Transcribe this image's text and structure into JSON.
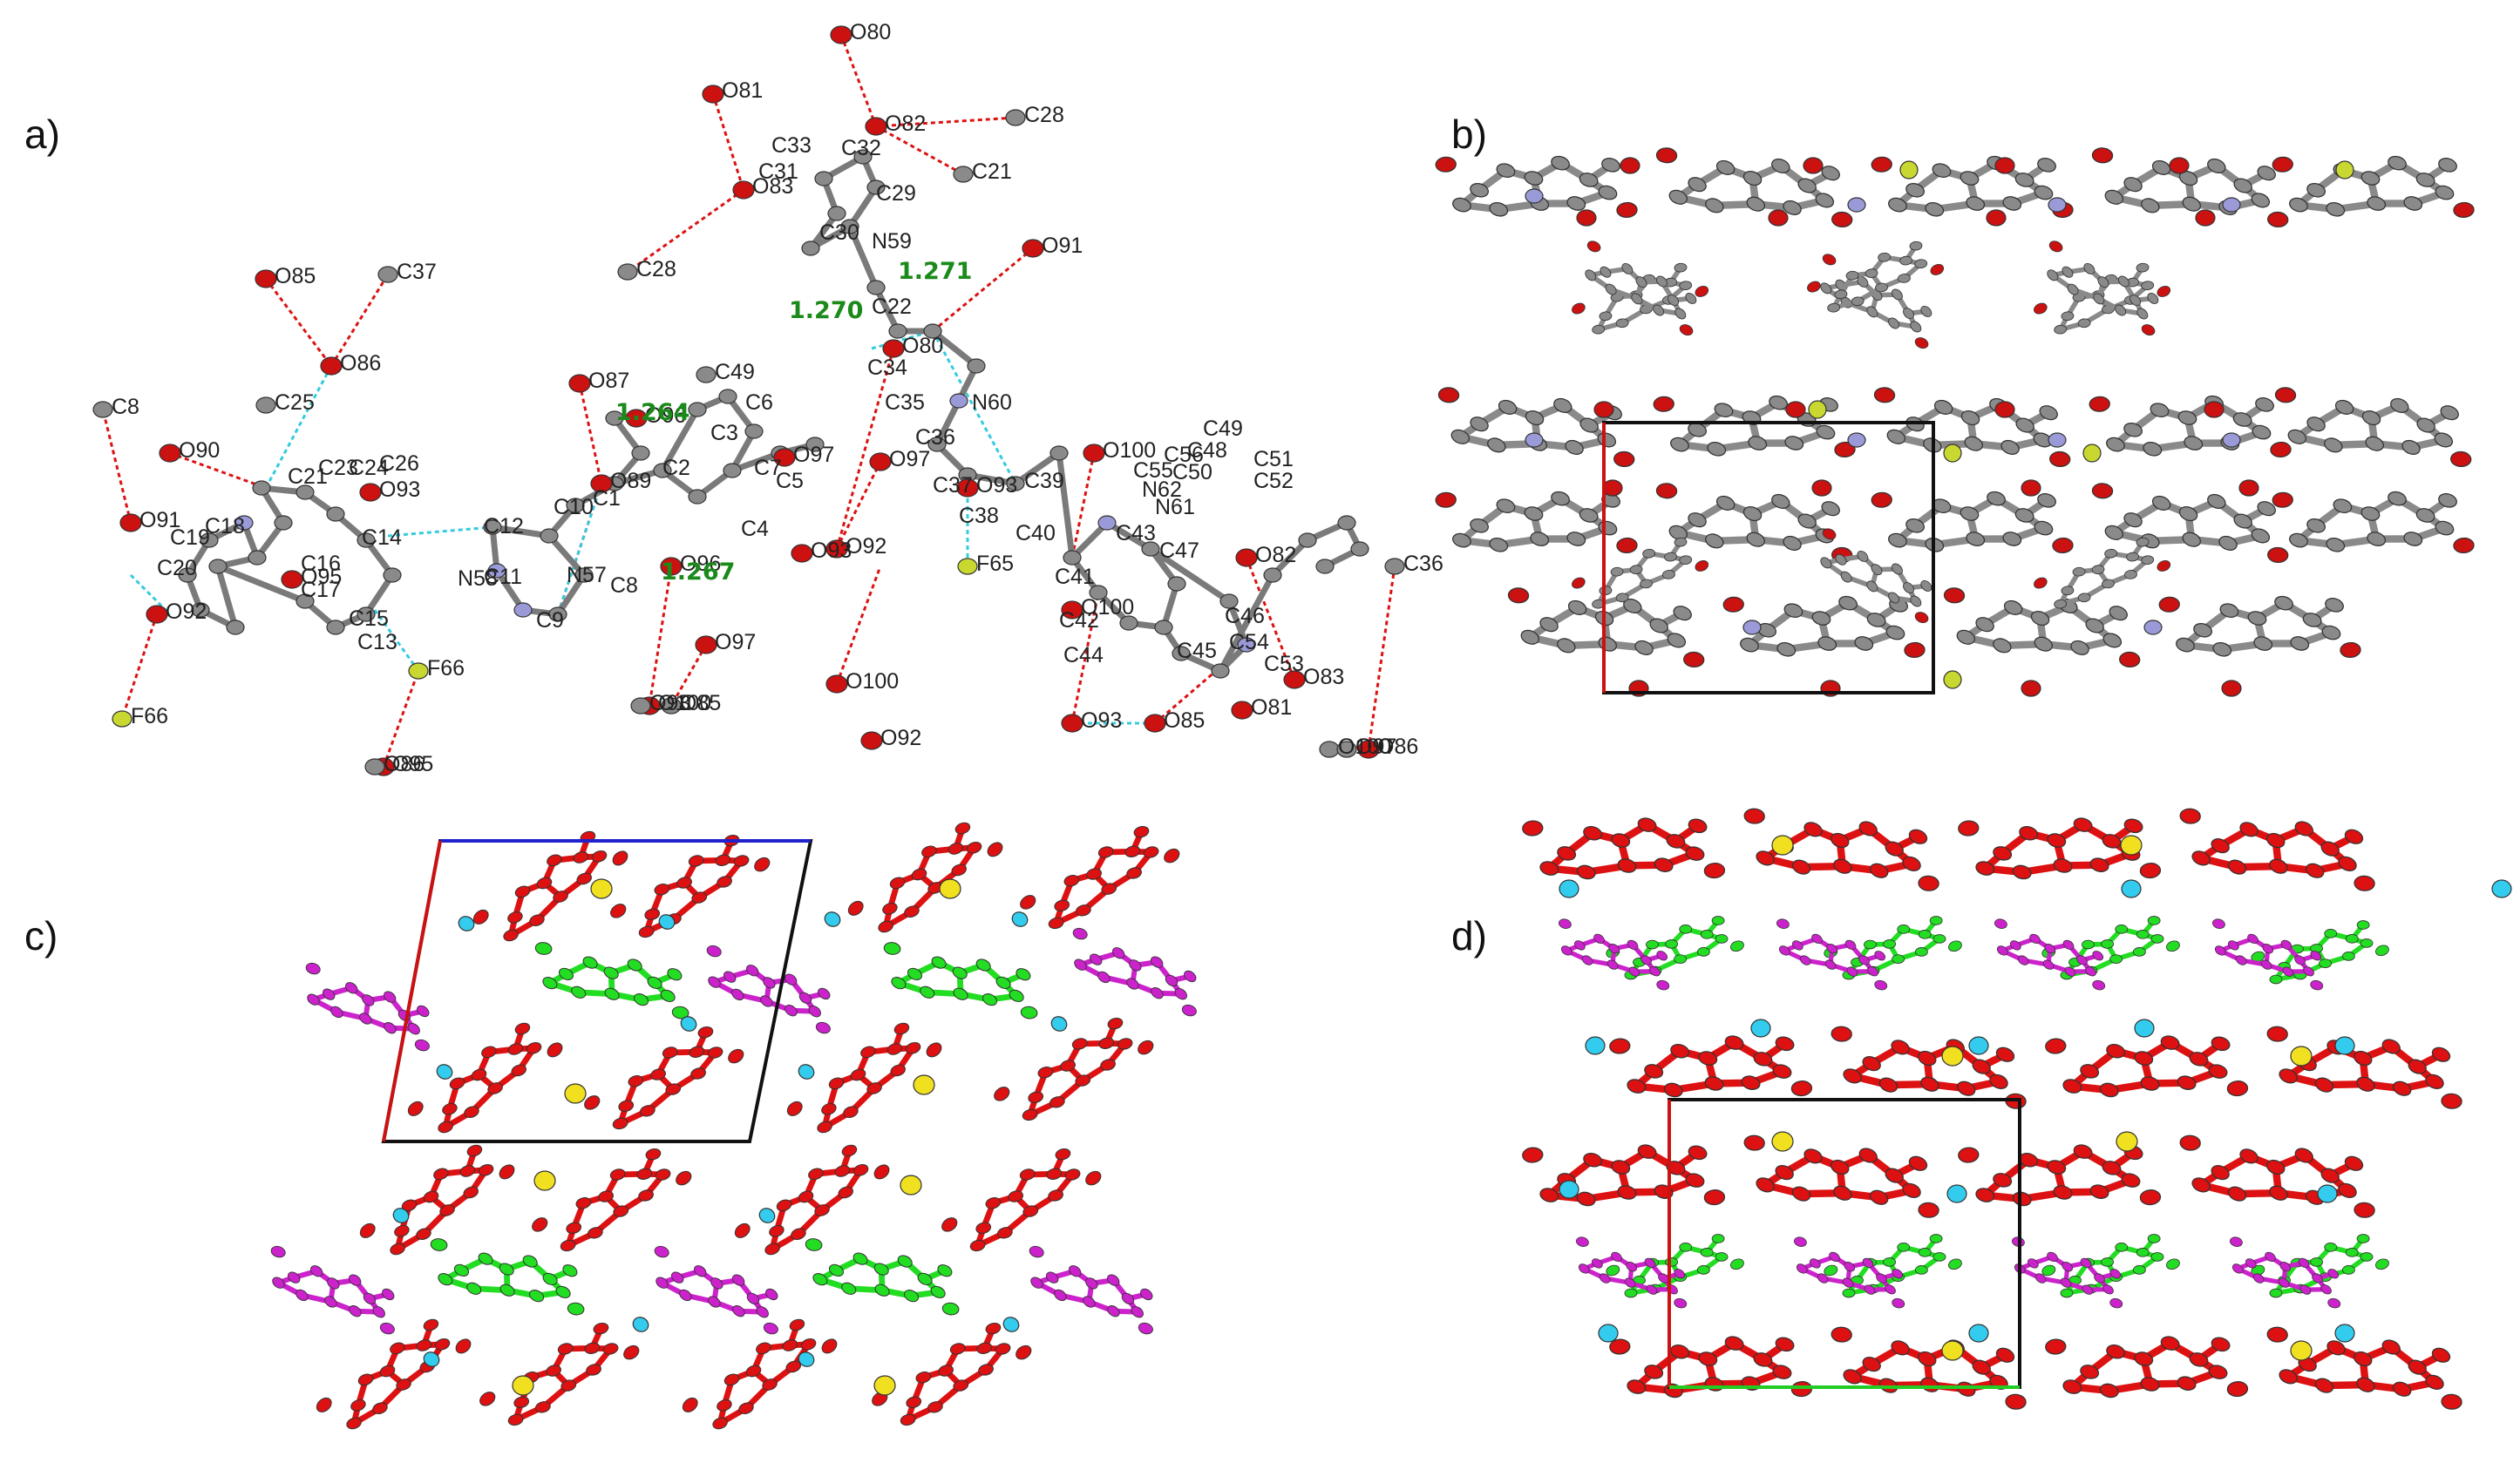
{
  "panels": [
    {
      "id": "a",
      "label": "a)"
    },
    {
      "id": "b",
      "label": "b)"
    },
    {
      "id": "c",
      "label": "c)"
    },
    {
      "id": "d",
      "label": "d)"
    }
  ],
  "bond_lengths": [
    "1.270",
    "1.271",
    "1.264",
    "1.267"
  ],
  "atom_labels": {
    "ring": [
      "C10",
      "C1",
      "C2",
      "C3",
      "C6",
      "C7",
      "C5",
      "C4",
      "C8",
      "N57",
      "C9",
      "C11",
      "N58",
      "C12",
      "C13",
      "C14",
      "C15",
      "C16",
      "C17",
      "C18",
      "C19",
      "C20",
      "C21",
      "C22",
      "N59",
      "C29",
      "C30",
      "C31",
      "C32",
      "C33",
      "C34",
      "C35",
      "C36",
      "N60",
      "C37",
      "C38",
      "C39",
      "C40",
      "C41",
      "C42",
      "C43",
      "C44",
      "C45",
      "C46",
      "N61",
      "N62",
      "C47",
      "C48",
      "C49",
      "C50",
      "C51",
      "C52",
      "C53",
      "C54",
      "C55",
      "C56",
      "C23",
      "C24",
      "C26"
    ],
    "oxygen": [
      "O80",
      "O81",
      "O82",
      "O83",
      "O85",
      "O86",
      "O87",
      "O89",
      "O90",
      "O91",
      "O92",
      "O93",
      "O95",
      "O96",
      "O97",
      "O100",
      "O80",
      "O91",
      "O93",
      "O92",
      "O97",
      "O100",
      "O82",
      "O83",
      "O81",
      "O85",
      "O86",
      "O93",
      "O100",
      "O95",
      "O96",
      "O97",
      "O100",
      "O92",
      "O93"
    ],
    "peripheral": [
      "C28",
      "C21",
      "C37",
      "C25",
      "C8",
      "C49",
      "C28",
      "C36",
      "F66",
      "F66",
      "F65",
      "O86",
      "O85",
      "O93",
      "O100",
      "O97"
    ]
  },
  "colors": {
    "carbon": "#8a8a8a",
    "oxygen": "#cc1111",
    "nitrogen": "#9a9ad8",
    "fluorine": "#c8d830",
    "hbond_red": "#dd1111",
    "hbond_cyan": "#33ccdd",
    "bond_label": "#1a8a1a",
    "pack_red": "#dd1111",
    "pack_green": "#22dd22",
    "pack_magenta": "#cc22cc",
    "pack_yellow": "#f0e020",
    "pack_cyan": "#33ccee",
    "cell_black": "#111111",
    "cell_red": "#cc1111",
    "cell_blue": "#2222cc",
    "cell_green": "#22cc22"
  }
}
